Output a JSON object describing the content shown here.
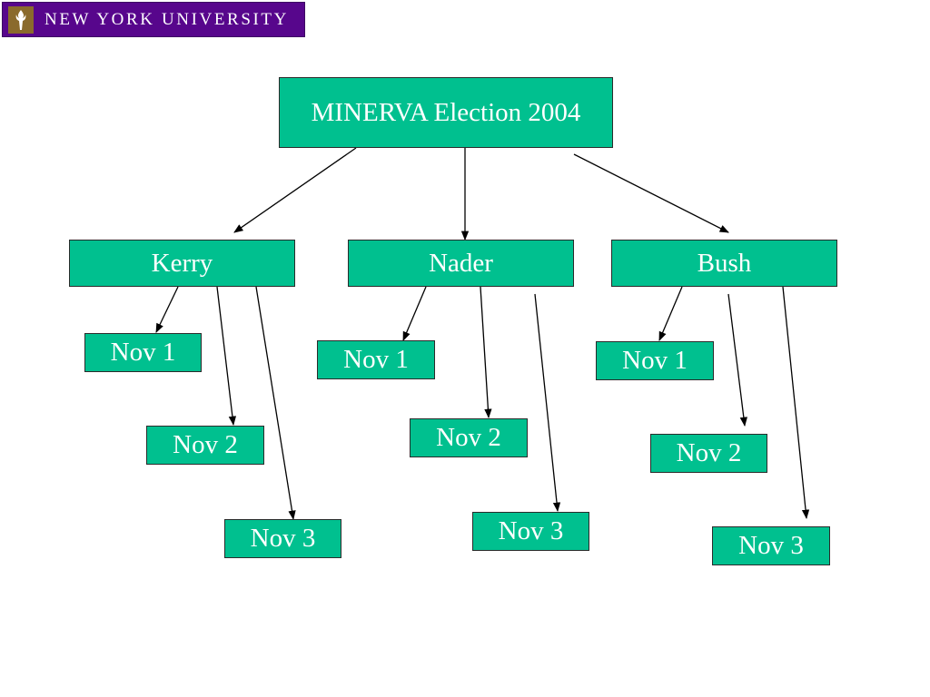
{
  "header": {
    "logo_text": "NEW YORK UNIVERSITY",
    "logo_icon": "torch-icon"
  },
  "colors": {
    "node_fill": "#00c08f",
    "node_border": "#2b2b2b",
    "node_text": "#ffffff",
    "logo_bg": "#57068c",
    "arrow": "#000000"
  },
  "diagram": {
    "root": {
      "label": "MINERVA Election 2004"
    },
    "candidates": [
      {
        "label": "Kerry",
        "dates": [
          "Nov 1",
          "Nov 2",
          "Nov 3"
        ]
      },
      {
        "label": "Nader",
        "dates": [
          "Nov 1",
          "Nov 2",
          "Nov 3"
        ]
      },
      {
        "label": "Bush",
        "dates": [
          "Nov 1",
          "Nov 2",
          "Nov 3"
        ]
      }
    ]
  }
}
